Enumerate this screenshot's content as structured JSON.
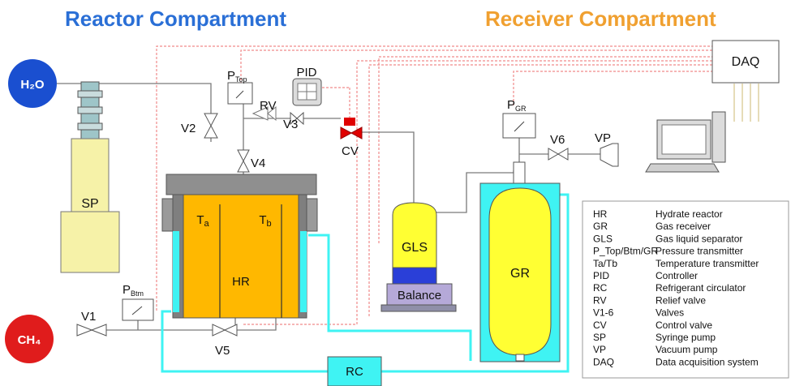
{
  "titles": {
    "reactor": "Reactor Compartment",
    "receiver": "Receiver Compartment"
  },
  "colors": {
    "reactor_title": "#2a6fd6",
    "receiver_title": "#f0a030",
    "h2o_circle": "#1a4fd0",
    "ch4_circle": "#e01c1c",
    "pump_yellow": "#f6f2a8",
    "pump_blue": "#9ec5c8",
    "reactor_orange": "#ffb800",
    "reactor_gray": "#8f8f8f",
    "coolant_cyan": "#3ff3f3",
    "gls_yellow": "#ffff33",
    "gls_blue": "#2a3fd8",
    "balance_purple": "#b5a9d8",
    "control_valve_red": "#e00000",
    "pipe_gray": "#7a7a7a",
    "signal_dashed_red": "#f08a8a"
  },
  "sources": {
    "h2o": "H₂O",
    "ch4": "CH₄"
  },
  "components": {
    "sp": "SP",
    "hr": "HR",
    "ta": "Tₐ",
    "tb": "T_b",
    "gls": "GLS",
    "balance": "Balance",
    "gr": "GR",
    "rc": "RC",
    "daq": "DAQ",
    "pid": "PID",
    "vp": "VP",
    "cv": "CV",
    "rv": "RV"
  },
  "valves": {
    "v1": "V1",
    "v2": "V2",
    "v3": "V3",
    "v4": "V4",
    "v5": "V5",
    "v6": "V6"
  },
  "transmitters": {
    "ptop": "P_Top",
    "pbtm": "P_Btm",
    "pgr": "P_GR"
  },
  "legend": [
    {
      "abbr": "HR",
      "desc": "Hydrate reactor"
    },
    {
      "abbr": "GR",
      "desc": "Gas receiver"
    },
    {
      "abbr": "GLS",
      "desc": "Gas liquid separator"
    },
    {
      "abbr": "P_Top/Btm/GR",
      "desc": "Pressure transmitter"
    },
    {
      "abbr": "Ta/Tb",
      "desc": "Temperature transmitter"
    },
    {
      "abbr": "PID",
      "desc": "Controller"
    },
    {
      "abbr": "RC",
      "desc": "Refrigerant circulator"
    },
    {
      "abbr": "RV",
      "desc": "Relief valve"
    },
    {
      "abbr": "V1-6",
      "desc": "Valves"
    },
    {
      "abbr": "CV",
      "desc": "Control valve"
    },
    {
      "abbr": "SP",
      "desc": "Syringe pump"
    },
    {
      "abbr": "VP",
      "desc": "Vacuum pump"
    },
    {
      "abbr": "DAQ",
      "desc": "Data acquisition system"
    }
  ]
}
